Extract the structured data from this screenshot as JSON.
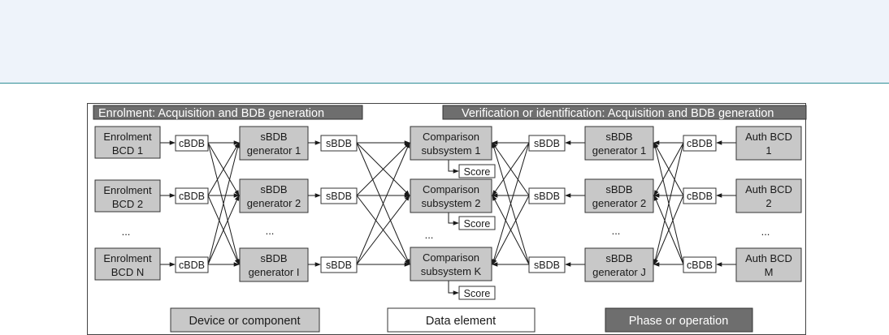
{
  "phases": {
    "enrolment": "Enrolment: Acquisition and BDB generation",
    "verification": "Verification or identification: Acquisition and BDB generation"
  },
  "enrolment_devices": [
    [
      "Enrolment",
      "BCD 1"
    ],
    [
      "Enrolment",
      "BCD 2"
    ],
    [
      "..."
    ],
    [
      "Enrolment",
      "BCD N"
    ]
  ],
  "enrolment_cbdb": [
    "cBDB",
    "cBDB",
    "cBDB"
  ],
  "enrolment_generators": [
    [
      "sBDB",
      "generator 1"
    ],
    [
      "sBDB",
      "generator 2"
    ],
    [
      "..."
    ],
    [
      "sBDB",
      "generator I"
    ]
  ],
  "enrolment_sbdb": [
    "sBDB",
    "sBDB",
    "sBDB"
  ],
  "comparison": [
    [
      "Comparison",
      "subsystem 1"
    ],
    [
      "Comparison",
      "subsystem 2"
    ],
    [
      "..."
    ],
    [
      "Comparison",
      "subsystem K"
    ]
  ],
  "scores": [
    "Score",
    "Score",
    "Score"
  ],
  "auth_sbdb": [
    "sBDB",
    "sBDB",
    "sBDB"
  ],
  "auth_generators": [
    [
      "sBDB",
      "generator 1"
    ],
    [
      "sBDB",
      "generator 2"
    ],
    [
      "..."
    ],
    [
      "sBDB",
      "generator J"
    ]
  ],
  "auth_cbdb": [
    "cBDB",
    "cBDB",
    "cBDB"
  ],
  "auth_devices": [
    [
      "Auth BCD",
      "1"
    ],
    [
      "Auth BCD",
      "2"
    ],
    [
      "..."
    ],
    [
      "Auth BCD",
      "M"
    ]
  ],
  "legend": {
    "device": "Device or component",
    "data": "Data element",
    "phase": "Phase or operation"
  },
  "colors": {
    "device_fill": "#c8c8c8",
    "data_fill": "#ffffff",
    "phase_fill": "#6e6e6e",
    "line": "#1a1a1a"
  }
}
